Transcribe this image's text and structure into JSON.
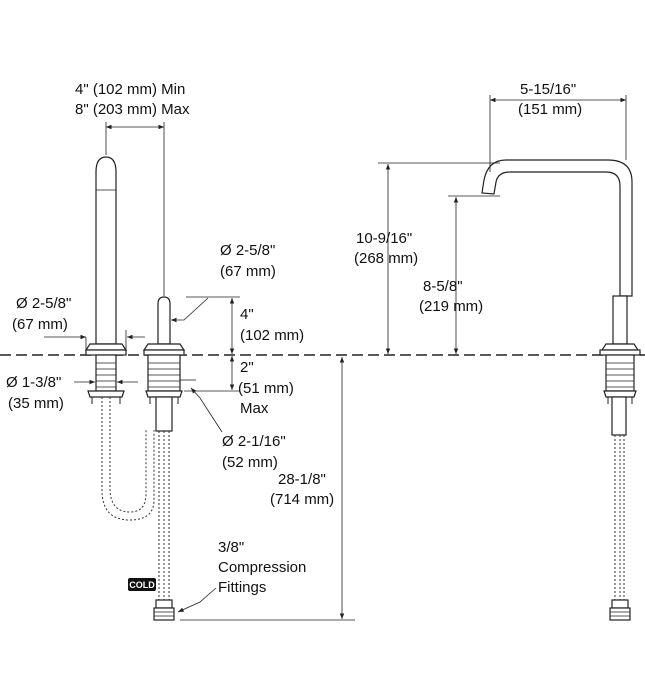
{
  "dimensions": {
    "spread_min": "4\" (102 mm) Min",
    "spread_max": "8\" (203 mm) Max",
    "handle_diameter_line1": "Ø 2-5/8\"",
    "handle_diameter_line2": "(67 mm)",
    "spout_base_diameter_line1": "Ø 2-5/8\"",
    "spout_base_diameter_line2": "(67 mm)",
    "spout_hole_diameter_line1": "Ø 1-3/8\"",
    "spout_hole_diameter_line2": "(35 mm)",
    "handle_height_line1": "4\"",
    "handle_height_line2": "(102 mm)",
    "deck_thickness_line1": "2\"",
    "deck_thickness_line2": "(51 mm)",
    "deck_thickness_line3": "Max",
    "handle_hole_diameter_line1": "Ø 2-1/16\"",
    "handle_hole_diameter_line2": "(52 mm)",
    "supply_length_line1": "28-1/8\"",
    "supply_length_line2": "(714 mm)",
    "fittings_line1": "3/8\"",
    "fittings_line2": "Compression",
    "fittings_line3": "Fittings",
    "spout_reach_line1": "5-15/16\"",
    "spout_reach_line2": "(151 mm)",
    "spout_height_line1": "10-9/16\"",
    "spout_height_line2": "(268 mm)",
    "spout_clearance_line1": "8-5/8\"",
    "spout_clearance_line2": "(219 mm)"
  },
  "hose_tag": "COLD"
}
